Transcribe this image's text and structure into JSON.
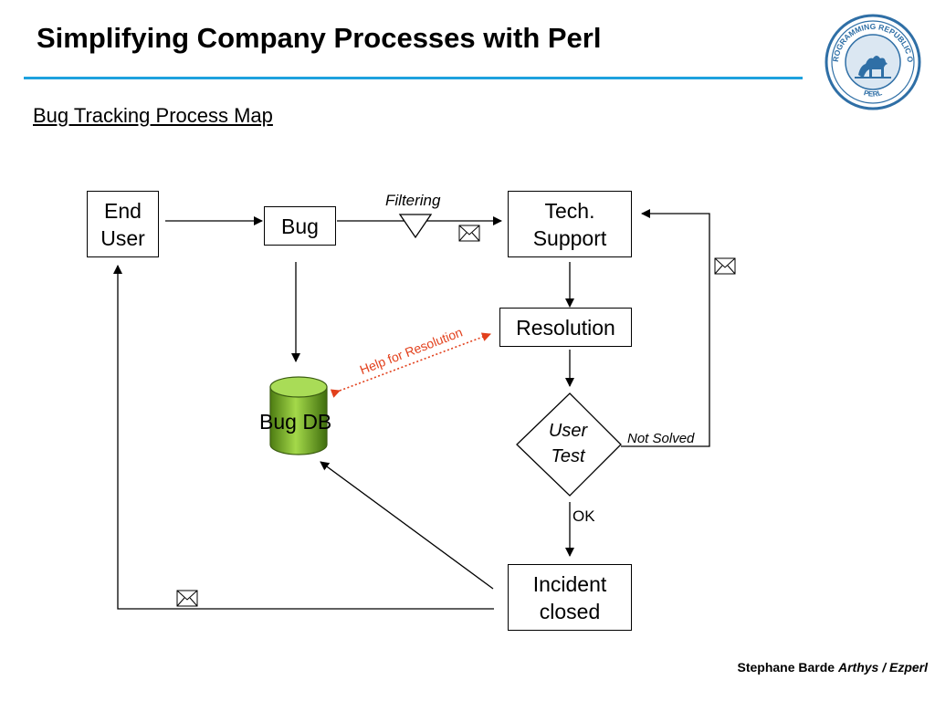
{
  "header": {
    "title": "Simplifying Company Processes with Perl",
    "subtitle": "Bug Tracking Process Map"
  },
  "logo": {
    "text_top": "PROGRAMMING REPUBLIC OF",
    "text_bottom": "PERL",
    "icon": "camel-seal-icon",
    "color": "#2f6fa6"
  },
  "diagram": {
    "nodes": {
      "end_user": "End\nUser",
      "bug": "Bug",
      "tech_support": "Tech.\nSupport",
      "resolution": "Resolution",
      "user_test": "User\nTest",
      "incident_closed": "Incident\nclosed",
      "bug_db": "Bug DB"
    },
    "labels": {
      "filtering": "Filtering",
      "help": "Help for Resolution",
      "not_solved": "Not Solved",
      "ok": "OK"
    },
    "icons": [
      "envelope-icon",
      "filter-triangle-icon"
    ],
    "colors": {
      "accent_rule": "#1ea1de",
      "help_arrow": "#e2401c",
      "db_fill": "#7bb82a"
    }
  },
  "footer": {
    "author": "Stephane Barde",
    "company": "Arthys / Ezperl"
  }
}
